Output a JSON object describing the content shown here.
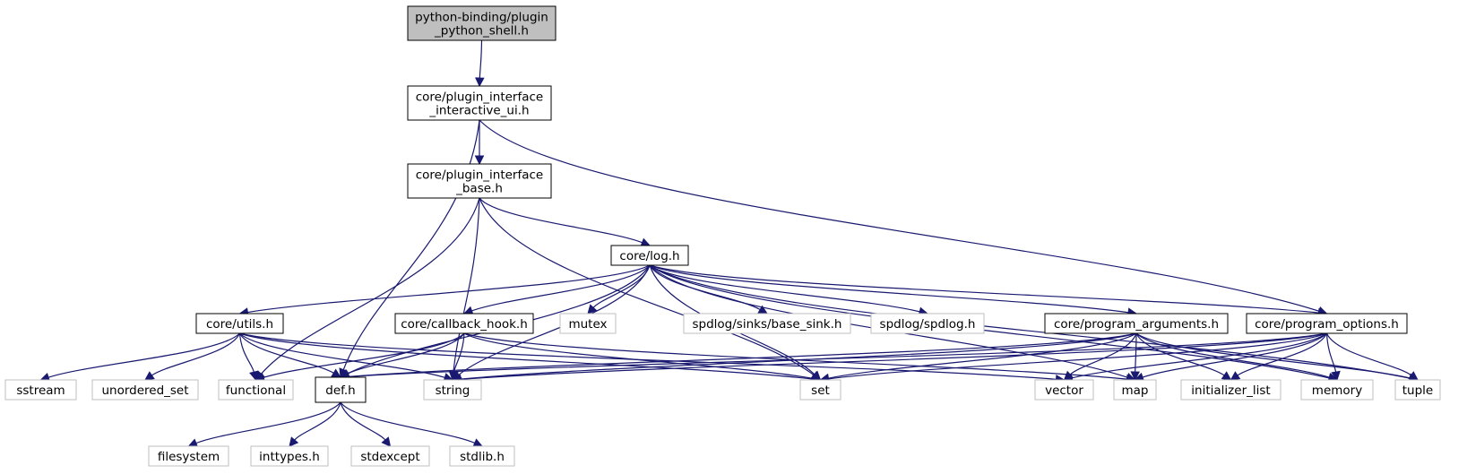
{
  "diagram": {
    "type": "include-dependency-graph",
    "colors": {
      "edge": "#191970",
      "root_fill": "#bfbfbf",
      "system_border": "#bfbfbf",
      "node_border": "#000000"
    },
    "nodes": {
      "root": {
        "lines": [
          "python-binding/plugin",
          "_python_shell.h"
        ],
        "kind": "root"
      },
      "pi_ui": {
        "lines": [
          "core/plugin_interface",
          "_interactive_ui.h"
        ],
        "kind": "header"
      },
      "pi_base": {
        "lines": [
          "core/plugin_interface",
          "_base.h"
        ],
        "kind": "header"
      },
      "log": {
        "lines": [
          "core/log.h"
        ],
        "kind": "header"
      },
      "utils": {
        "lines": [
          "core/utils.h"
        ],
        "kind": "header"
      },
      "cbhook": {
        "lines": [
          "core/callback_hook.h"
        ],
        "kind": "header"
      },
      "mutex": {
        "lines": [
          "mutex"
        ],
        "kind": "system"
      },
      "basesink": {
        "lines": [
          "spdlog/sinks/base_sink.h"
        ],
        "kind": "system"
      },
      "spdlog": {
        "lines": [
          "spdlog/spdlog.h"
        ],
        "kind": "system"
      },
      "progargs": {
        "lines": [
          "core/program_arguments.h"
        ],
        "kind": "header"
      },
      "progopts": {
        "lines": [
          "core/program_options.h"
        ],
        "kind": "header"
      },
      "sstream": {
        "lines": [
          "sstream"
        ],
        "kind": "system"
      },
      "unordered_set": {
        "lines": [
          "unordered_set"
        ],
        "kind": "system"
      },
      "functional": {
        "lines": [
          "functional"
        ],
        "kind": "system"
      },
      "def": {
        "lines": [
          "def.h"
        ],
        "kind": "header"
      },
      "string": {
        "lines": [
          "string"
        ],
        "kind": "system"
      },
      "set": {
        "lines": [
          "set"
        ],
        "kind": "system"
      },
      "vector": {
        "lines": [
          "vector"
        ],
        "kind": "system"
      },
      "map": {
        "lines": [
          "map"
        ],
        "kind": "system"
      },
      "initializer_list": {
        "lines": [
          "initializer_list"
        ],
        "kind": "system"
      },
      "memory": {
        "lines": [
          "memory"
        ],
        "kind": "system"
      },
      "tuple": {
        "lines": [
          "tuple"
        ],
        "kind": "system"
      },
      "filesystem": {
        "lines": [
          "filesystem"
        ],
        "kind": "system"
      },
      "inttypes": {
        "lines": [
          "inttypes.h"
        ],
        "kind": "system"
      },
      "stdexcept": {
        "lines": [
          "stdexcept"
        ],
        "kind": "system"
      },
      "stdlib": {
        "lines": [
          "stdlib.h"
        ],
        "kind": "system"
      }
    },
    "edges": [
      {
        "from": "root",
        "to": "pi_ui"
      },
      {
        "from": "pi_ui",
        "to": "pi_base"
      },
      {
        "from": "pi_ui",
        "to": "def"
      },
      {
        "from": "pi_ui",
        "to": "progopts"
      },
      {
        "from": "pi_base",
        "to": "log"
      },
      {
        "from": "pi_base",
        "to": "functional"
      },
      {
        "from": "pi_base",
        "to": "string"
      },
      {
        "from": "pi_base",
        "to": "set"
      },
      {
        "from": "log",
        "to": "utils"
      },
      {
        "from": "log",
        "to": "cbhook"
      },
      {
        "from": "log",
        "to": "mutex"
      },
      {
        "from": "log",
        "to": "basesink"
      },
      {
        "from": "log",
        "to": "spdlog"
      },
      {
        "from": "log",
        "to": "progargs"
      },
      {
        "from": "log",
        "to": "progopts"
      },
      {
        "from": "log",
        "to": "def"
      },
      {
        "from": "log",
        "to": "string"
      },
      {
        "from": "log",
        "to": "set"
      },
      {
        "from": "log",
        "to": "map"
      },
      {
        "from": "log",
        "to": "memory"
      },
      {
        "from": "log",
        "to": "tuple"
      },
      {
        "from": "utils",
        "to": "sstream"
      },
      {
        "from": "utils",
        "to": "unordered_set"
      },
      {
        "from": "utils",
        "to": "functional"
      },
      {
        "from": "utils",
        "to": "def"
      },
      {
        "from": "utils",
        "to": "string"
      },
      {
        "from": "utils",
        "to": "set"
      },
      {
        "from": "utils",
        "to": "vector"
      },
      {
        "from": "cbhook",
        "to": "functional"
      },
      {
        "from": "cbhook",
        "to": "def"
      },
      {
        "from": "cbhook",
        "to": "string"
      },
      {
        "from": "cbhook",
        "to": "set"
      },
      {
        "from": "cbhook",
        "to": "map"
      },
      {
        "from": "progargs",
        "to": "def"
      },
      {
        "from": "progargs",
        "to": "string"
      },
      {
        "from": "progargs",
        "to": "set"
      },
      {
        "from": "progargs",
        "to": "vector"
      },
      {
        "from": "progargs",
        "to": "map"
      },
      {
        "from": "progargs",
        "to": "initializer_list"
      },
      {
        "from": "progargs",
        "to": "memory"
      },
      {
        "from": "progargs",
        "to": "tuple"
      },
      {
        "from": "progopts",
        "to": "def"
      },
      {
        "from": "progopts",
        "to": "string"
      },
      {
        "from": "progopts",
        "to": "set"
      },
      {
        "from": "progopts",
        "to": "vector"
      },
      {
        "from": "progopts",
        "to": "map"
      },
      {
        "from": "progopts",
        "to": "initializer_list"
      },
      {
        "from": "progopts",
        "to": "memory"
      },
      {
        "from": "progopts",
        "to": "tuple"
      },
      {
        "from": "def",
        "to": "filesystem"
      },
      {
        "from": "def",
        "to": "inttypes"
      },
      {
        "from": "def",
        "to": "stdexcept"
      },
      {
        "from": "def",
        "to": "stdlib"
      }
    ]
  }
}
